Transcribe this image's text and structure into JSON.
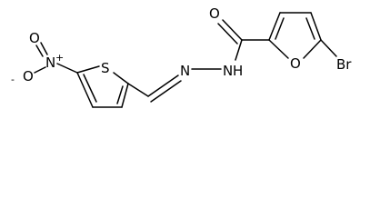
{
  "atoms": {
    "O_nitro": "O",
    "O_nitro_charge": "-",
    "N_nitro": "N",
    "N_nitro_charge": "+",
    "O_nitro_double": "O",
    "S_thiophene": "S",
    "N_imine": "N",
    "N_hydrazide": "N",
    "H_hydrazide": "H",
    "O_carbonyl": "O",
    "O_furan": "O",
    "Br": "Br"
  }
}
